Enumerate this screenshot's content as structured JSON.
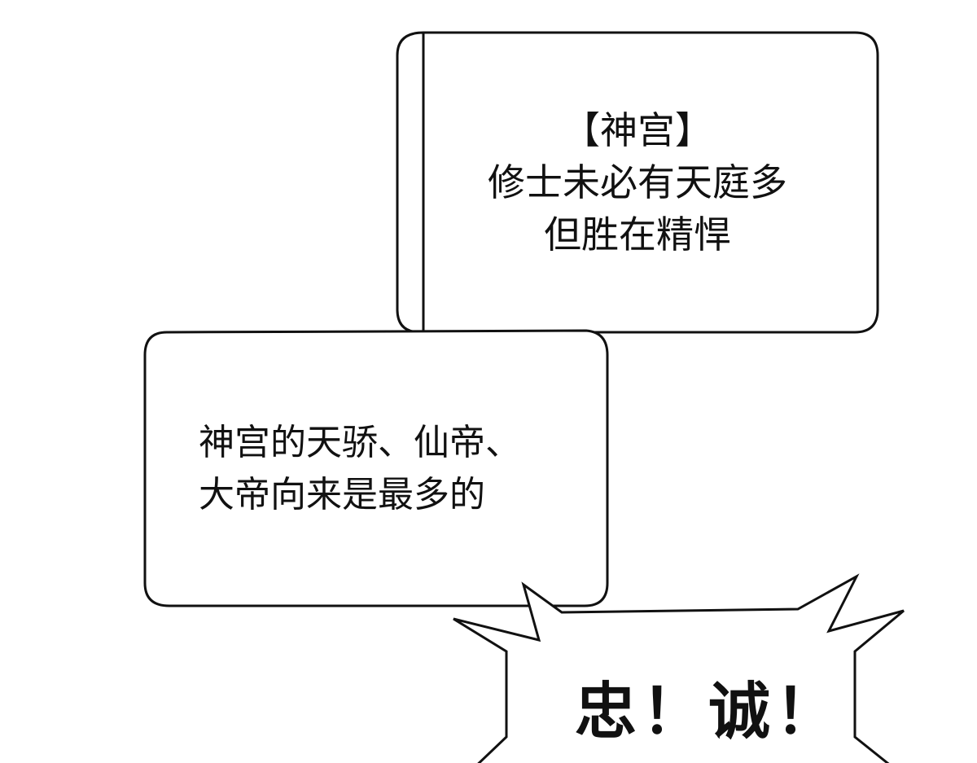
{
  "bubbles": [
    {
      "lines": [
        "【神宫】",
        "修士未必有天庭多",
        "但胜在精悍"
      ]
    },
    {
      "lines": [
        "神宫的天骄、仙帝、",
        "大帝向来是最多的"
      ]
    },
    {
      "lines": [
        "忠！诚！"
      ]
    }
  ]
}
